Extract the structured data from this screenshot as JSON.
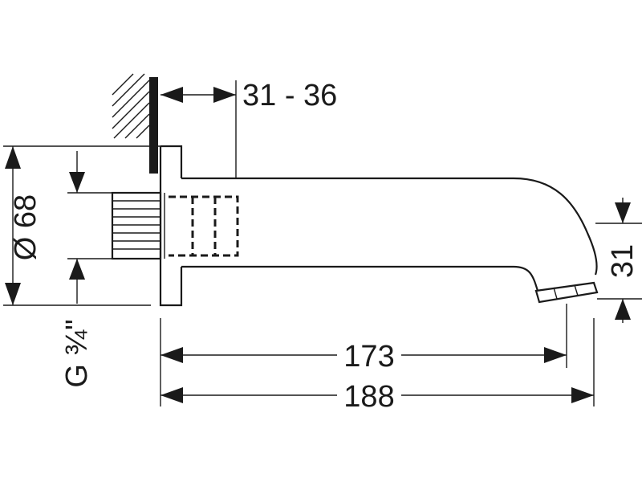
{
  "dimensions": {
    "wall_offset": "31 - 36",
    "diameter": "Ø 68",
    "thread": "G ¾\"",
    "spout_height": "31",
    "spout_length_inner": "173",
    "spout_length_total": "188"
  },
  "colors": {
    "line": "#1a1a1a",
    "background": "#ffffff"
  }
}
